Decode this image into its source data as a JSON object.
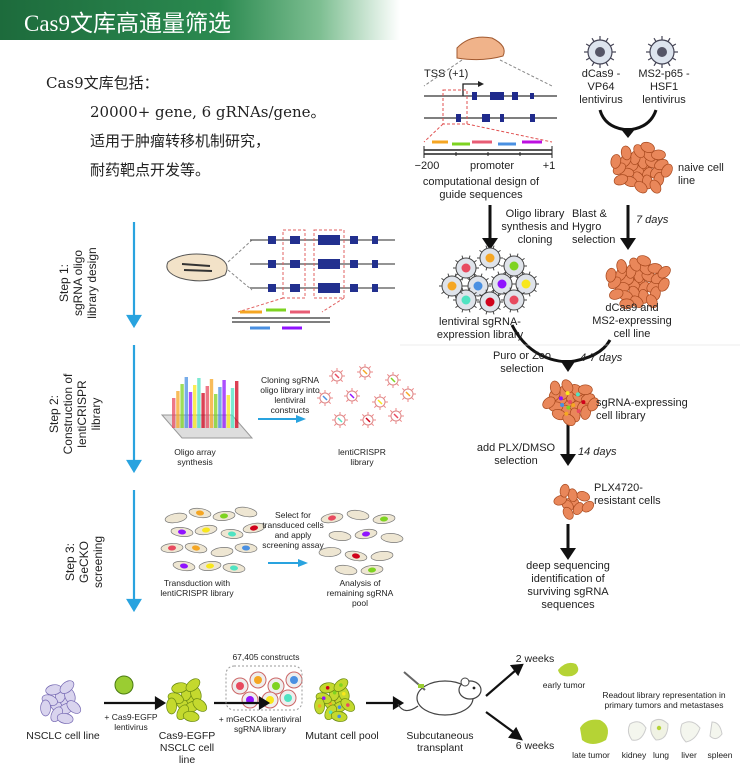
{
  "banner": {
    "title": "Cas9文库高通量筛选"
  },
  "intro": {
    "heading": "Cas9文库包括：",
    "lines": [
      "20000+ gene, 6 gRNAs/gene。",
      "适用于肿瘤转移机制研究，",
      "耐药靶点开发等。"
    ]
  },
  "left_panel": {
    "step1": {
      "line1": "Step 1:",
      "line2": "sgRNA oligo",
      "line3": "library design"
    },
    "step2": {
      "line1": "Step 2:",
      "line2": "Construction of",
      "line3": "lentiCRISPR",
      "line4": "library"
    },
    "step3": {
      "line1": "Step 3:",
      "line2": "GeCKO",
      "line3": "screening"
    },
    "oligo_array": "Oligo array synthesis",
    "cloning": "Cloning sgRNA oligo library into lentiviral constructs",
    "lenticrispr_library": "lentiCRISPR library",
    "select": "Select for transduced cells and apply screening assay",
    "transduction": "Transduction with lentiCRISPR library",
    "analysis": "Analysis of remaining sgRNA pool"
  },
  "right_panel": {
    "tss": "TSS (+1)",
    "axis_left": "−200",
    "axis_mid": "promoter",
    "axis_right": "+1",
    "comp_design": "computational design of guide sequences",
    "oligo_lib": "Oligo library synthesis and cloning",
    "lentiviral_lib": "lentiviral sgRNA-expression library",
    "dcas9": "dCas9 -VP64 lentivirus",
    "ms2": "MS2-p65 -HSF1 lentivirus",
    "naive": "naive cell line",
    "blast": "Blast & Hygro selection",
    "days7": "7 days",
    "dcas9_line": "dCas9 and MS2-expressing cell line",
    "puro": "Puro or Zeo selection",
    "days47": "4-7 days",
    "sgrna_lib": "sgRNA-expressing cell library",
    "plx": "add PLX/DMSO selection",
    "days14": "14 days",
    "plx_resistant": "PLX4720- resistant cells",
    "deep_seq": "deep sequencing identification of surviving sgRNA sequences"
  },
  "bottom": {
    "nsclc": "NSCLC cell line",
    "cas9_egfp": "+ Cas9-EGFP lentivirus",
    "cas9_line": "Cas9-EGFP NSCLC cell line",
    "constructs": "67,405 constructs",
    "mgecko": "+ mGeCKOa lentiviral sgRNA library",
    "mutant_pool": "Mutant cell pool",
    "subcutaneous": "Subcutaneous transplant",
    "weeks2": "2 weeks",
    "early_tumor": "early tumor",
    "readout": "Readout library representation in primary tumors and metastases",
    "weeks6": "6 weeks",
    "late_tumor": "late tumor",
    "kidney": "kidney",
    "lung": "lung",
    "liver": "liver",
    "spleen": "spleen"
  },
  "colors": {
    "banner": "#2b8a50",
    "arrow_blue": "#29a3df",
    "orange_cell": "#e07a3a",
    "gene_blue": "#1f2a8c",
    "dash_red": "#e05050",
    "tumor_green": "#9acd32"
  }
}
